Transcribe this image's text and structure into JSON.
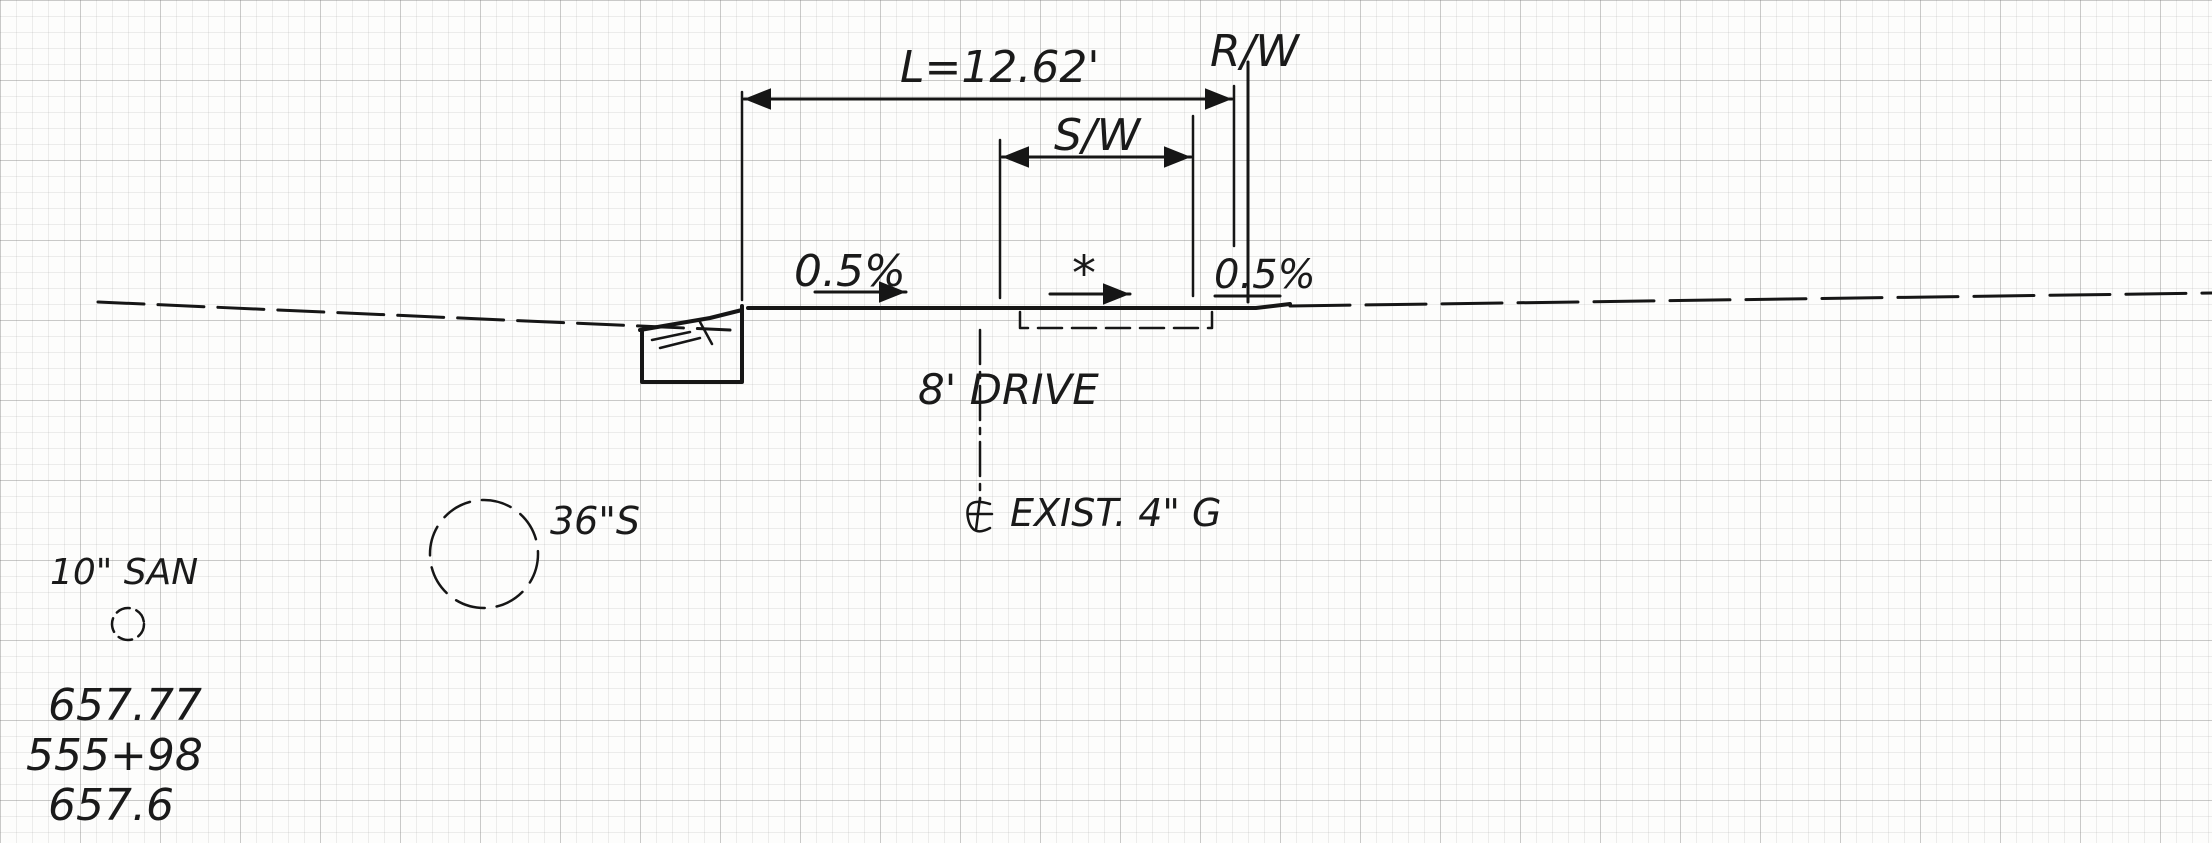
{
  "labels": {
    "length": "L=12.62'",
    "right_of_way": "R/W",
    "sidewalk": "S/W",
    "slope_left": "0.5%",
    "slope_mid": "*",
    "slope_right": "0.5%",
    "drive": "8' DRIVE",
    "centerline_main": "EXIST. 4\" G",
    "pipe_36": "36\"S",
    "pipe_10": "10\" SAN",
    "elev_top": "657.77",
    "station": "555+98",
    "elev_bottom": "657.6"
  },
  "symbols": {
    "centerline": "centerline-symbol"
  }
}
